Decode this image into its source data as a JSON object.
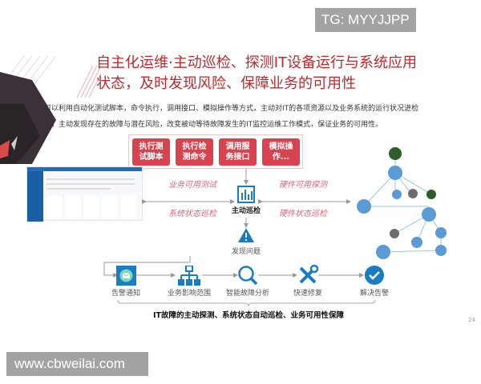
{
  "watermarks": {
    "top": "TG: MYYJJPP",
    "bottom": "www.cbweilai.com"
  },
  "title": {
    "line1": "自主化运维·主动巡检、探测IT设备运行与系统应用",
    "line2": "状态，及时发现风险、保障业务的可用性"
  },
  "description": {
    "line1": "可以利用自动化测试脚本，命令执行，调用接口、模拟操作等方式，主动对IT的各项资源以及业务系统的运行状况进检",
    "line2": "测，主动发现存在的故障与潜在风险，改变被动等待故障发生的IT监控运维工作模式，保证业务的可用性。"
  },
  "methods": [
    {
      "l1": "执行测",
      "l2": "试脚本"
    },
    {
      "l1": "执行检",
      "l2": "测命令"
    },
    {
      "l1": "调用服",
      "l2": "务接口"
    },
    {
      "l1": "模拟操",
      "l2": "作..."
    }
  ],
  "left_labels": {
    "top": "业务可用测试",
    "bottom": "系统状态巡检"
  },
  "right_labels": {
    "top": "硬件可用探测",
    "bottom": "硬件状态巡检"
  },
  "center": {
    "label": "主动巡检",
    "icon": "bar-chart-icon"
  },
  "problem": {
    "label": "发现问题",
    "icon": "warning-icon"
  },
  "flow": [
    {
      "label": "告警通知",
      "icon": "mail-icon"
    },
    {
      "label": "业务影响范围",
      "icon": "hierarchy-icon"
    },
    {
      "label": "智能故障分析",
      "icon": "search-icon"
    },
    {
      "label": "快速修复",
      "icon": "tools-icon"
    },
    {
      "label": "解决告警",
      "icon": "check-circle-icon"
    }
  ],
  "caption": "IT故障的主动探测、系统状态自动巡检、业务可用性保障",
  "page_number": "24",
  "colors": {
    "title": "#c0282d",
    "method_box": "#d9434f",
    "accent_blue": "#1a7cc1",
    "graph_node": "#5b9bd5"
  }
}
